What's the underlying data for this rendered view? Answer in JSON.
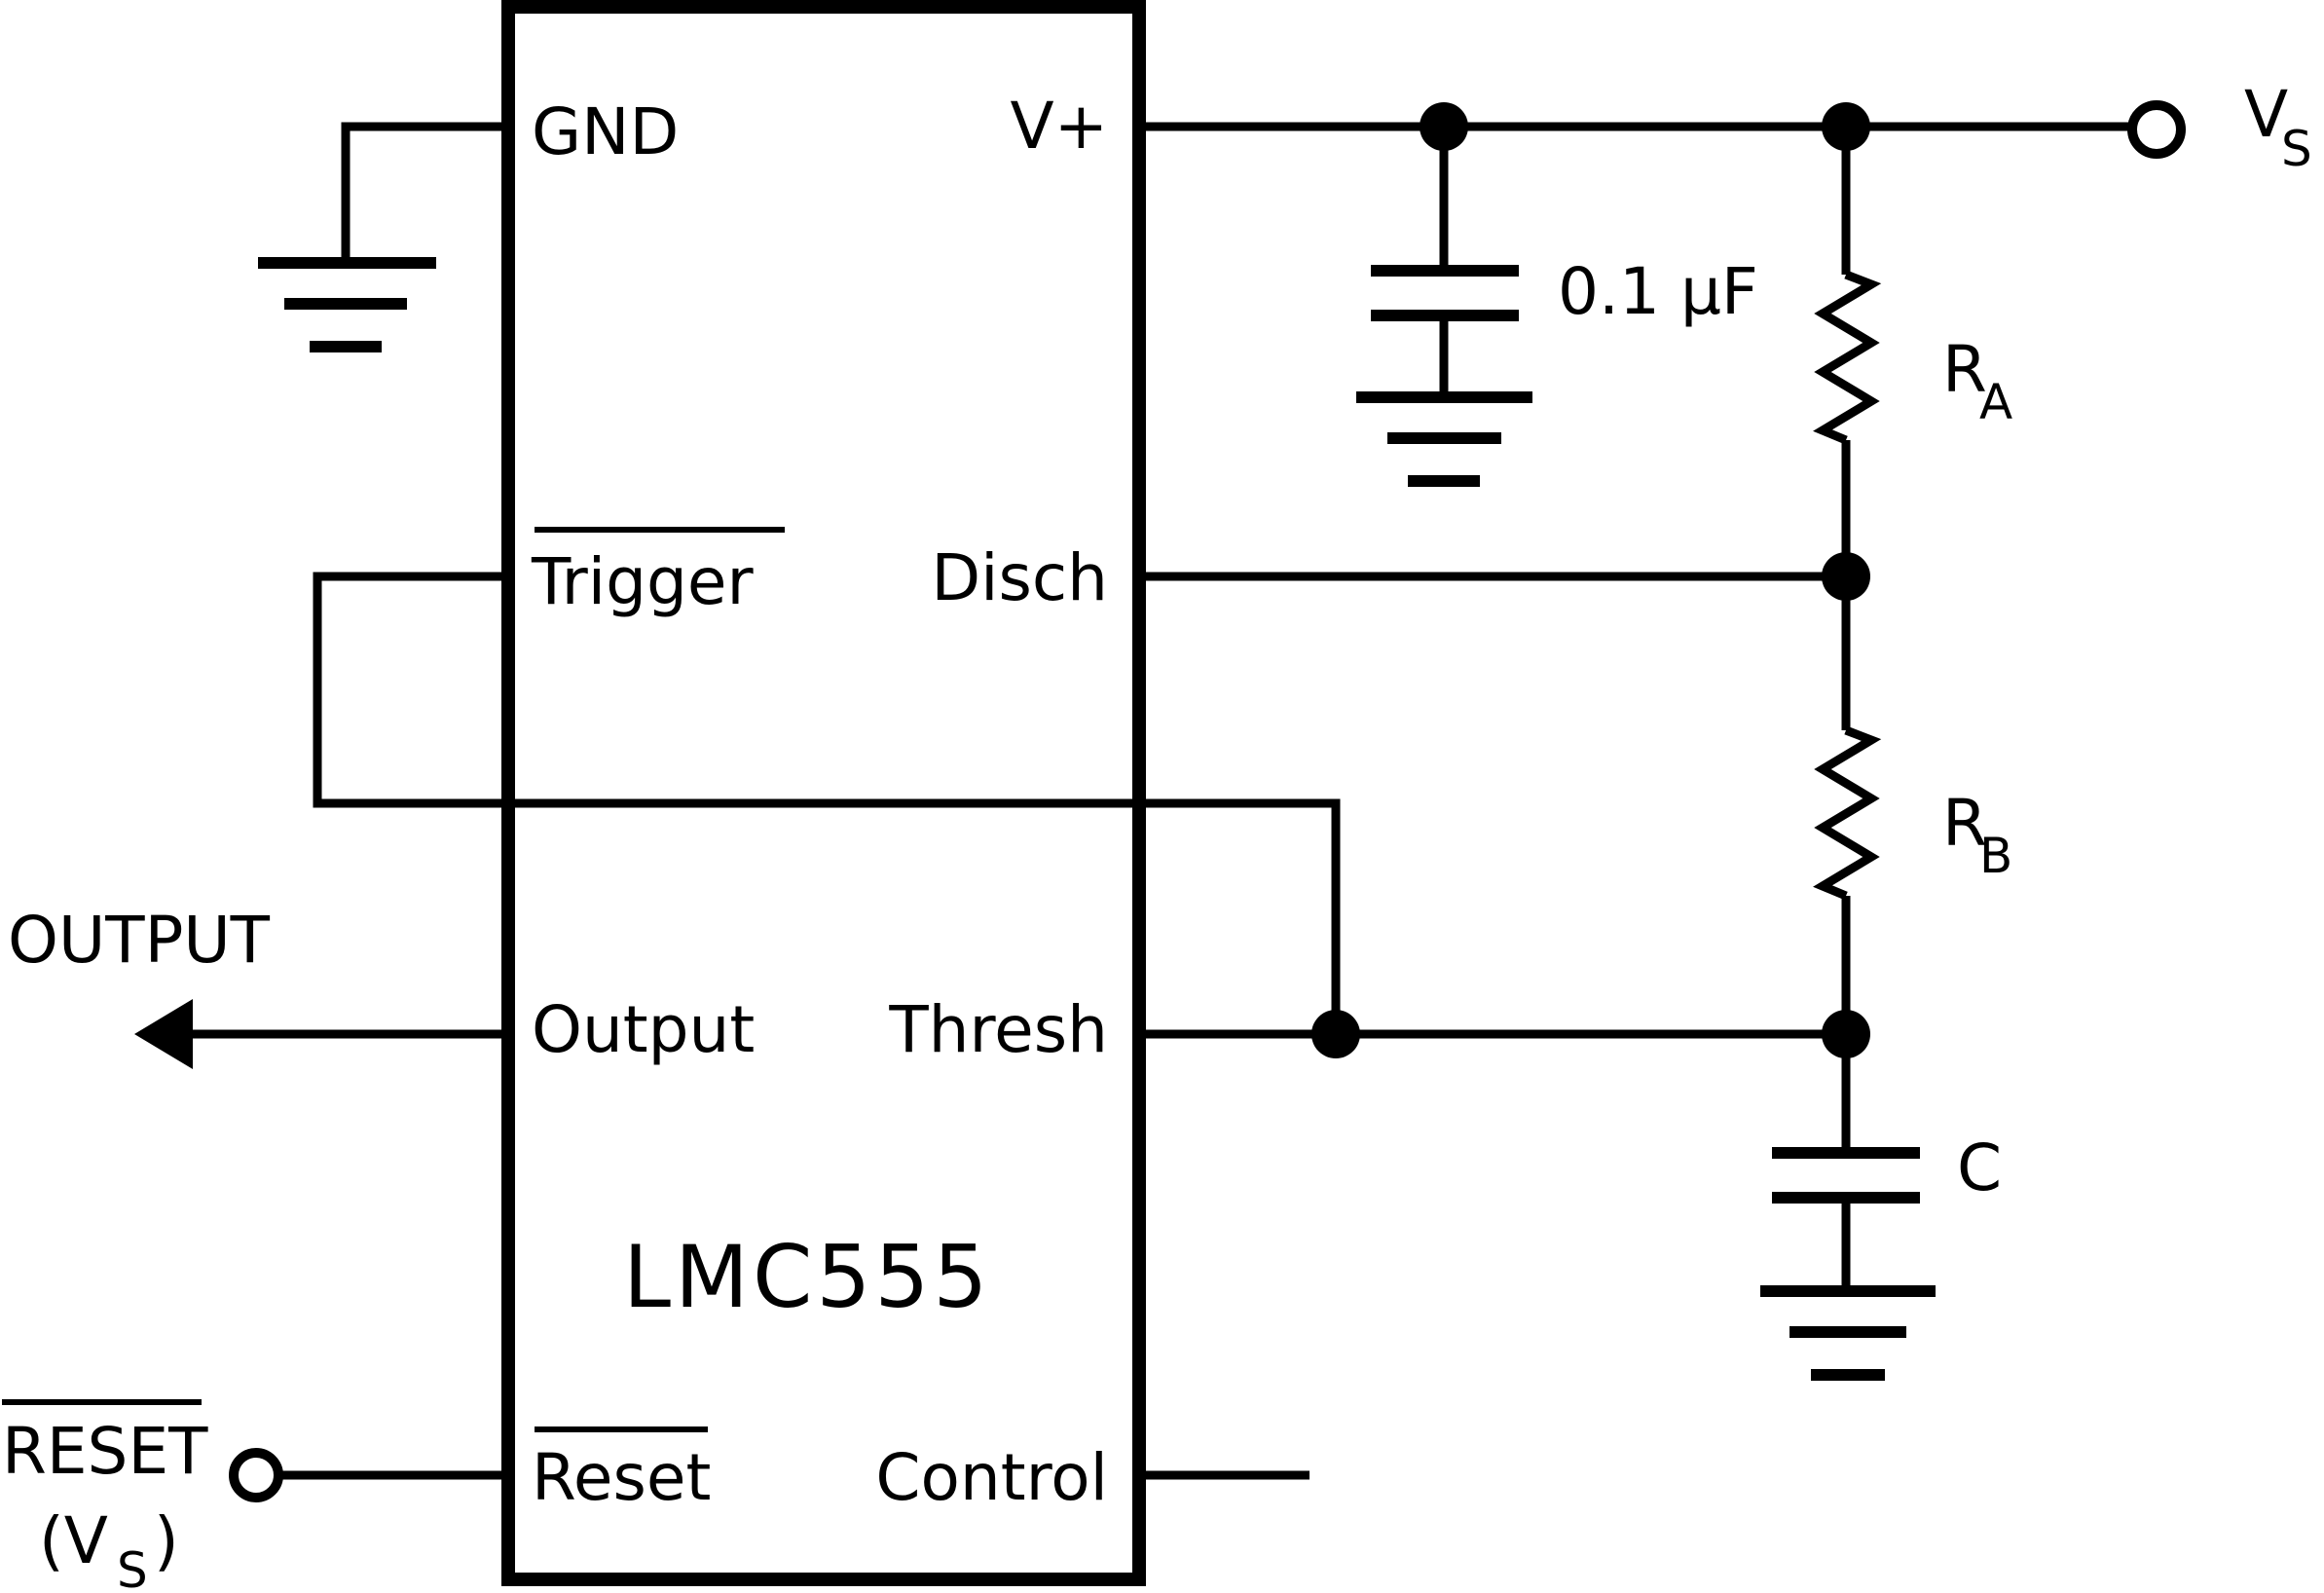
{
  "chip": {
    "name": "LMC555",
    "pins": {
      "gnd": "GND",
      "vplus": "V+",
      "trigger": "Trigger",
      "disch": "Disch",
      "output": "Output",
      "thresh": "Thresh",
      "reset": "Reset",
      "control": "Control"
    }
  },
  "labels": {
    "output_signal": "OUTPUT",
    "reset_signal": "RESET",
    "reset_supply_open": "(V",
    "reset_supply_sub": "S",
    "reset_supply_close": ")",
    "vs_main": "V",
    "vs_sub": "S",
    "bypass_cap": "0.1 μF",
    "ra_main": "R",
    "ra_sub": "A",
    "rb_main": "R",
    "rb_sub": "B",
    "timing_cap": "C"
  }
}
